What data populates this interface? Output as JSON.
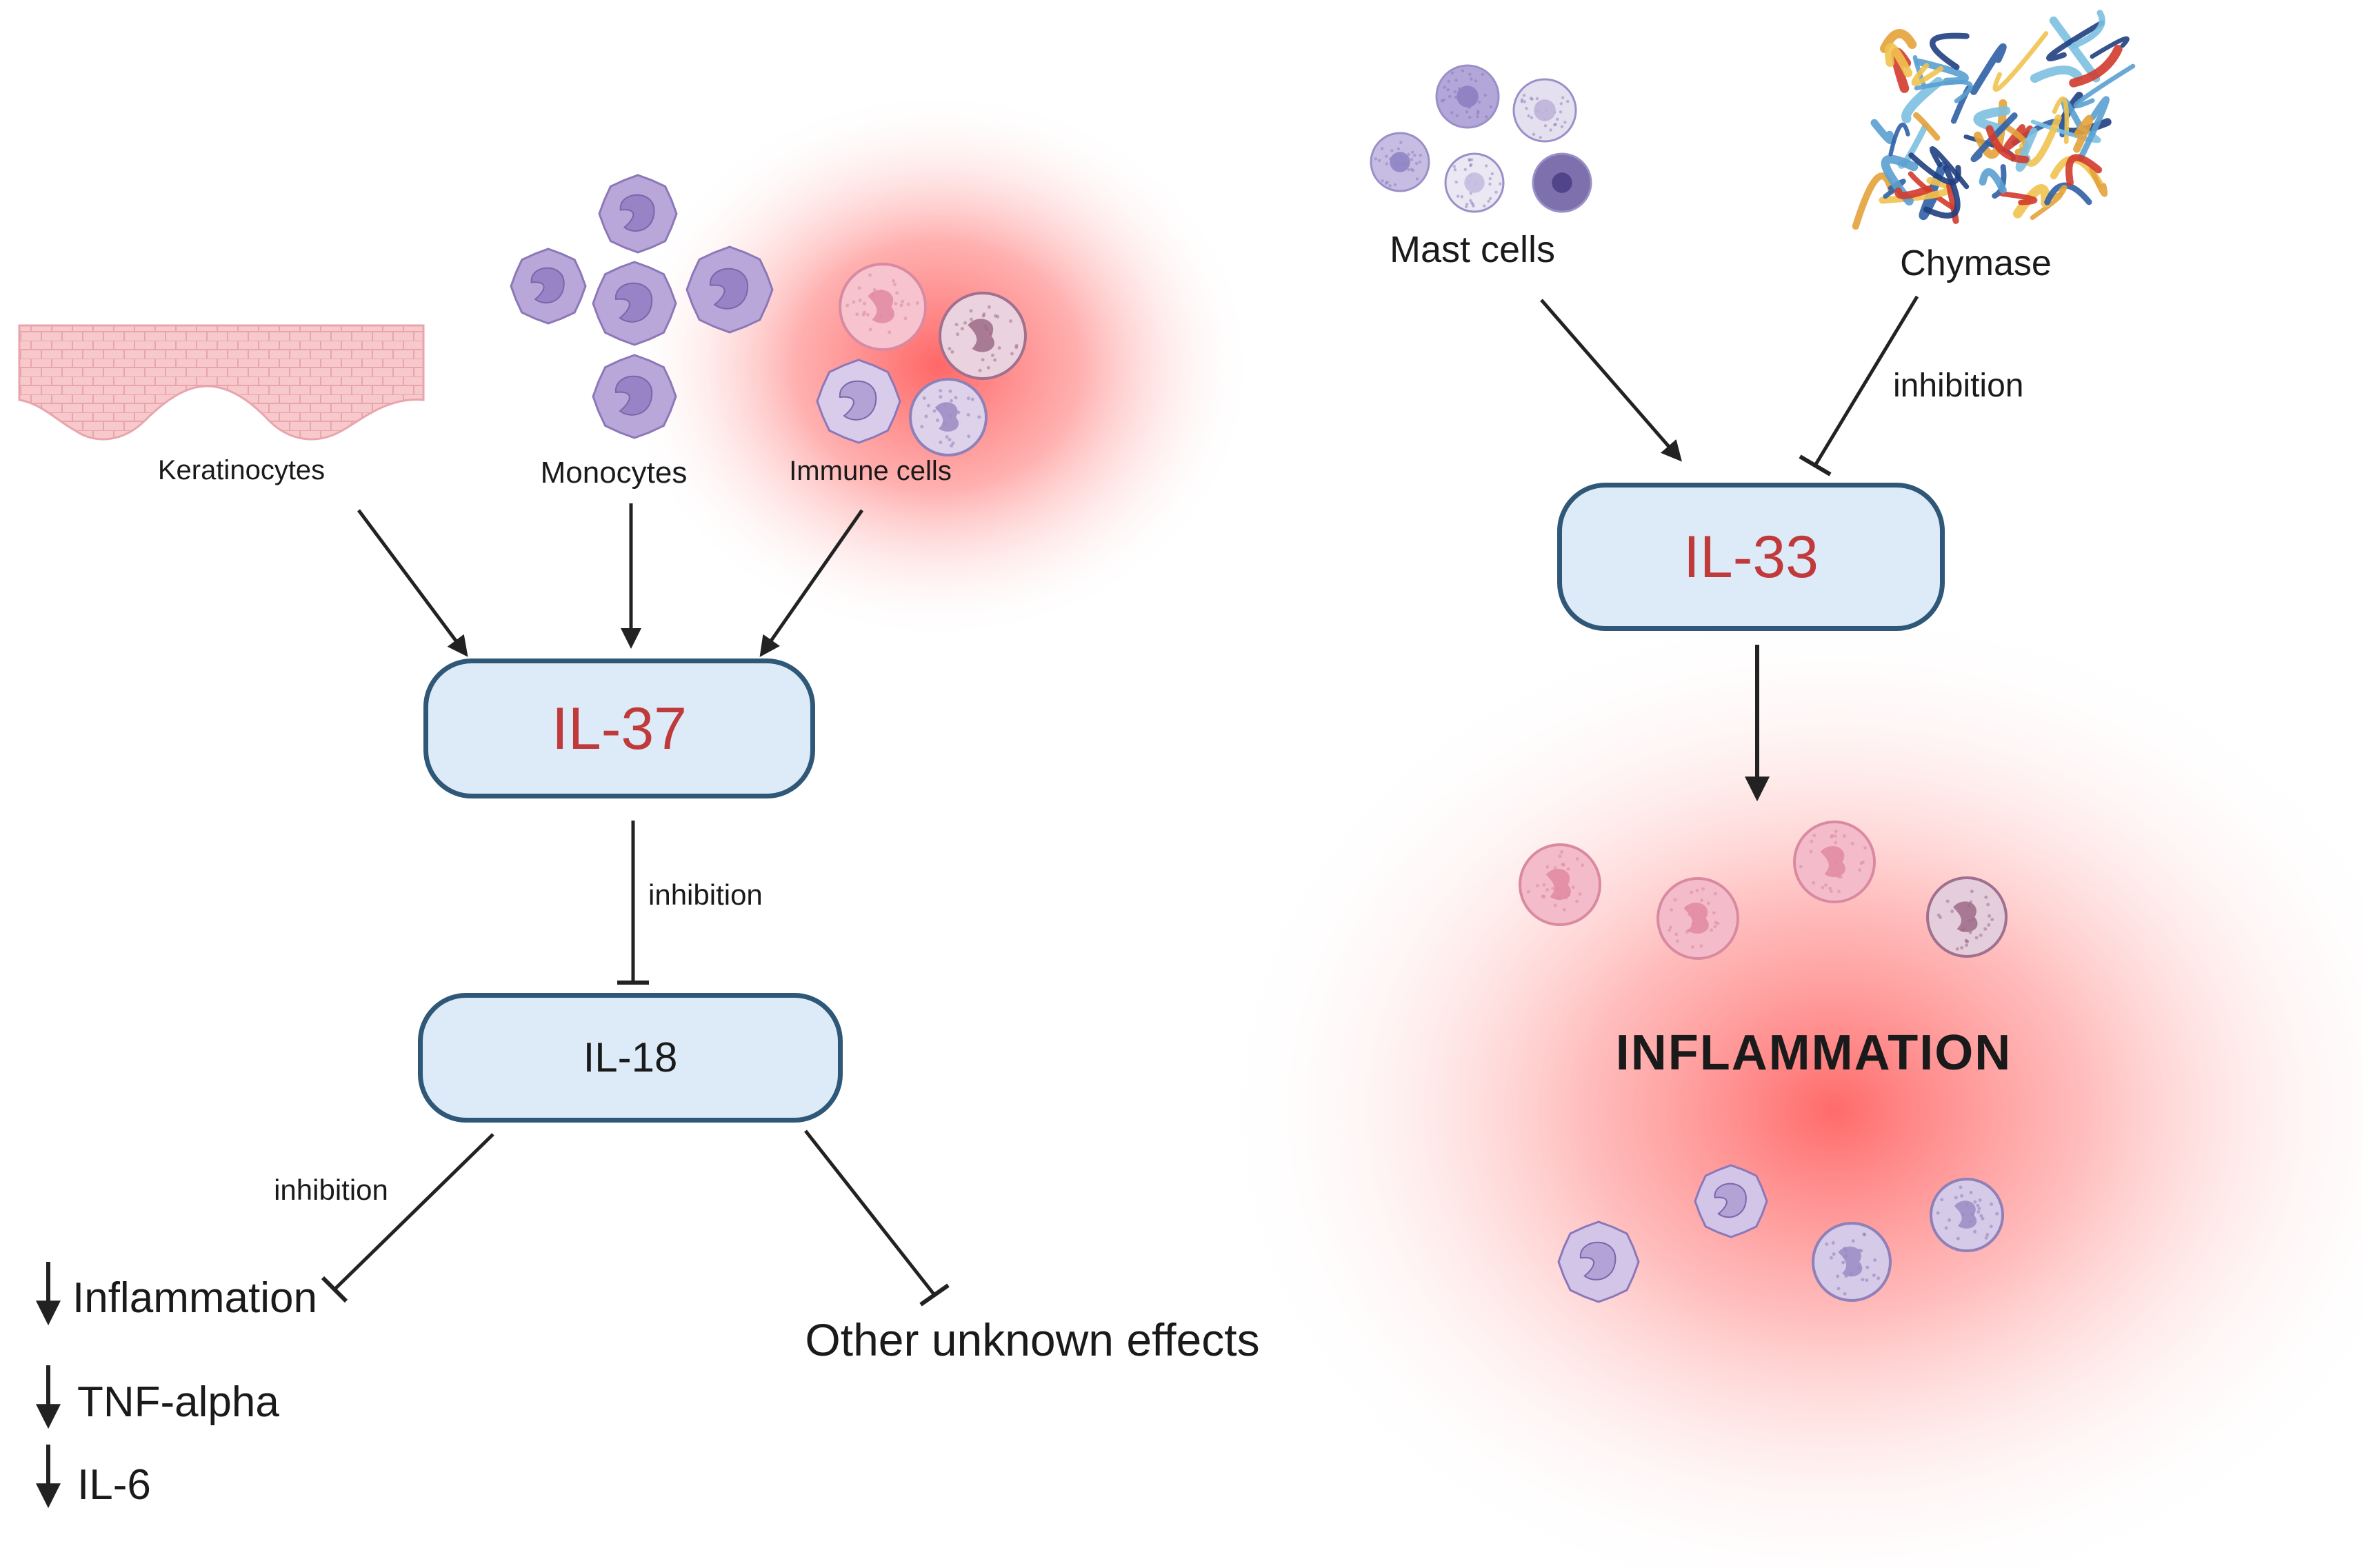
{
  "il37_path": {
    "sources": [
      "Keratinocytes",
      "Monocytes",
      "Immune cells"
    ],
    "il37_label": "IL-37",
    "il18_label": "IL-18",
    "inhibition_il37_il18": "inhibition",
    "inhibition_il18_effects": "inhibition",
    "effects": [
      "Inflammation",
      "TNF-alpha",
      "IL-6"
    ],
    "other_effects": "Other unknown effects"
  },
  "il33_path": {
    "mast_cells_label": "Mast cells",
    "chymase_label": "Chymase",
    "inhibition_chymase": "inhibition",
    "il33_label": "IL-33",
    "outcome": "INFLAMMATION"
  },
  "colors": {
    "node_fill": "#dcebf7",
    "node_border": "#2f5778",
    "il_red": "#c0393b",
    "arrow": "#222222",
    "inflammation_glow": "#ff5f5f",
    "monocyte": "#b7a4d8",
    "neutrophil": "#f1a7bb"
  }
}
